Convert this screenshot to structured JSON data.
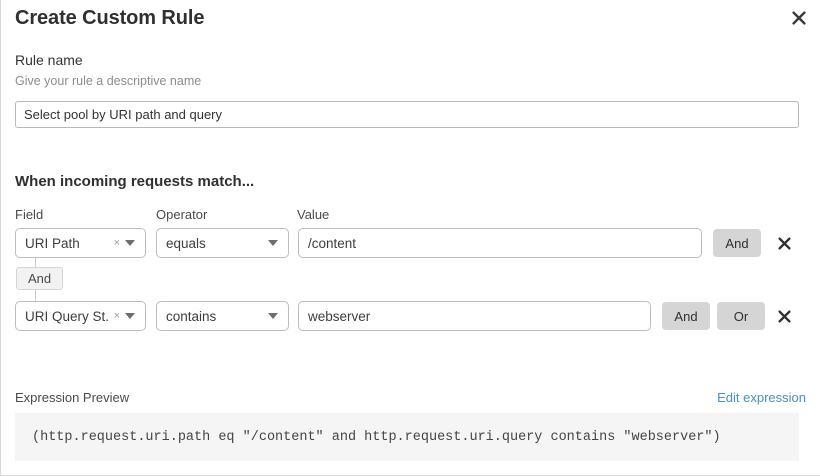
{
  "dialog": {
    "title": "Create Custom Rule",
    "close_icon": "close-icon"
  },
  "rule_name": {
    "label": "Rule name",
    "helper": "Give your rule a descriptive name",
    "value": "Select pool by URI path and query",
    "placeholder": ""
  },
  "conditions": {
    "heading": "When incoming requests match...",
    "columns": {
      "field": "Field",
      "operator": "Operator",
      "value": "Value"
    },
    "connector_label": "And",
    "rows": [
      {
        "field": "URI Path",
        "operator": "equals",
        "value": "/content",
        "clear_icon": "×",
        "buttons": [
          "And"
        ],
        "delete_icon": "close-icon"
      },
      {
        "field": "URI Query St...",
        "operator": "contains",
        "value": "webserver",
        "clear_icon": "×",
        "buttons": [
          "And",
          "Or"
        ],
        "delete_icon": "close-icon"
      }
    ]
  },
  "expression": {
    "label": "Expression Preview",
    "edit_link": "Edit expression",
    "code": "(http.request.uri.path eq \"/content\" and http.request.uri.query contains \"webserver\")"
  },
  "colors": {
    "link": "#4b8fbd",
    "button_bg": "#d5d5d5",
    "code_bg": "#f5f5f5",
    "border": "#bdbdbd"
  }
}
